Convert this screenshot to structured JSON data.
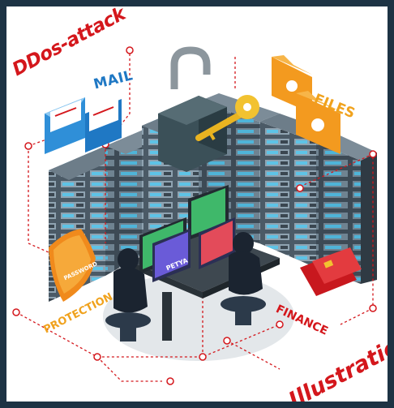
{
  "labels": {
    "ddos": "DDos-attack",
    "mail": "MAIL",
    "files": "FILES",
    "protection": "PROTECTION",
    "finance": "FINANCE",
    "illustration": "Illustration",
    "password": "PASSWORD",
    "petya": "PETYA"
  },
  "colors": {
    "frame": "#1d3344",
    "accent_red": "#d4171c",
    "accent_orange": "#f0a21d",
    "mail_blue": "#1f78c4",
    "server_gray": "#4b5a66",
    "screen_blue": "#5ec3e6"
  }
}
